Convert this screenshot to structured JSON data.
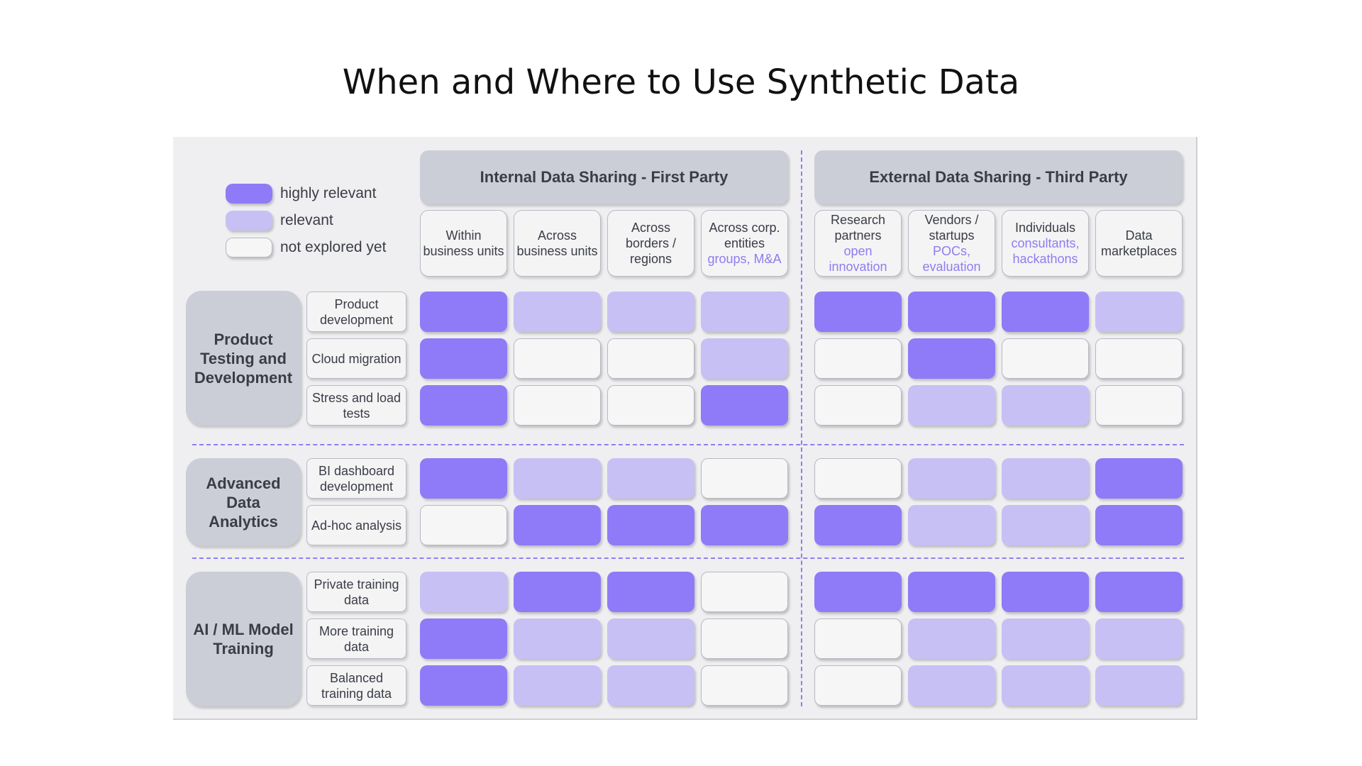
{
  "title": "When and Where to Use Synthetic Data",
  "colors": {
    "highly_relevant": "#8f7bf7",
    "relevant": "#c7c0f4",
    "not_explored": "#f6f6f7",
    "header_gray": "#cbced6",
    "accent_text": "#8d7df0",
    "divider": "#8e7ff0"
  },
  "legend": [
    {
      "level": 2,
      "label": "highly relevant"
    },
    {
      "level": 1,
      "label": "relevant"
    },
    {
      "level": 0,
      "label": "not explored yet"
    }
  ],
  "groups": [
    {
      "title": "Internal Data Sharing - First Party"
    },
    {
      "title": "External Data Sharing - Third Party"
    }
  ],
  "columns": [
    {
      "label": "Within business units",
      "sub": ""
    },
    {
      "label": "Across business units",
      "sub": ""
    },
    {
      "label": "Across borders / regions",
      "sub": ""
    },
    {
      "label": "Across corp. entities",
      "sub": "groups, M&A"
    },
    {
      "label": "Research partners",
      "sub": "open innovation"
    },
    {
      "label": "Vendors / startups",
      "sub": "POCs, evaluation"
    },
    {
      "label": "Individuals",
      "sub": "consultants, hackathons"
    },
    {
      "label": "Data marketplaces",
      "sub": ""
    }
  ],
  "categories": [
    {
      "title": "Product Testing and Development",
      "rows": [
        {
          "label": "Product development",
          "values": [
            2,
            1,
            1,
            1,
            2,
            2,
            2,
            1
          ]
        },
        {
          "label": "Cloud migration",
          "values": [
            2,
            0,
            0,
            1,
            0,
            2,
            0,
            0
          ]
        },
        {
          "label": "Stress and load tests",
          "values": [
            2,
            0,
            0,
            2,
            0,
            1,
            1,
            0
          ]
        }
      ]
    },
    {
      "title": "Advanced Data Analytics",
      "rows": [
        {
          "label": "BI dashboard development",
          "values": [
            2,
            1,
            1,
            0,
            0,
            1,
            1,
            2
          ]
        },
        {
          "label": "Ad-hoc analysis",
          "values": [
            0,
            2,
            2,
            2,
            2,
            1,
            1,
            2
          ]
        }
      ]
    },
    {
      "title": "AI / ML Model Training",
      "rows": [
        {
          "label": "Private training data",
          "values": [
            1,
            2,
            2,
            0,
            2,
            2,
            2,
            2
          ]
        },
        {
          "label": "More training data",
          "values": [
            2,
            1,
            1,
            0,
            0,
            1,
            1,
            1
          ]
        },
        {
          "label": "Balanced training data",
          "values": [
            2,
            1,
            1,
            0,
            0,
            1,
            1,
            1
          ]
        }
      ]
    }
  ]
}
